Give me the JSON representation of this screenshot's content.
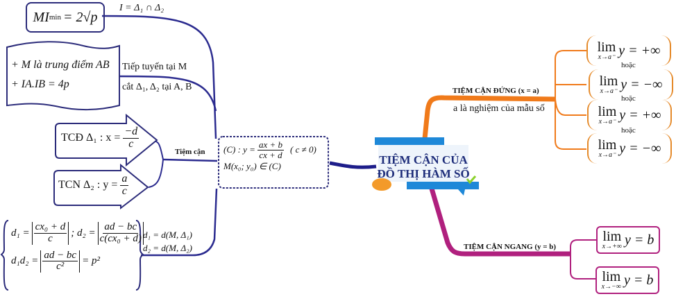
{
  "center": {
    "title_line1": "TIỆM CẬN CỦA",
    "title_line2": "ĐỒ THỊ HÀM SỐ"
  },
  "left": {
    "function_def": {
      "prefix": "(C) : y =",
      "num": "ax + b",
      "den": "cx + d",
      "condition": "( c ≠ 0)",
      "point": "M(x₀; y₀) ∈ (C)"
    },
    "mi_min": {
      "text": "MI",
      "sub": "min",
      "rhs": "= 2√p"
    },
    "intersection_label": "I = Δ₁ ∩ Δ₂",
    "tangent_box": {
      "line1": "+ M  là trung điểm  AB",
      "line2": "+ IA.IB = 4p"
    },
    "tangent_label_1": "Tiếp tuyến tại M",
    "tangent_label_2": "cắt Δ₁, Δ₂ tại A, B",
    "asymptote_label": "Tiệm cận",
    "tcd": {
      "prefix": "TCĐ Δ₁ : x =",
      "num": "−d",
      "den": "c"
    },
    "tcn": {
      "prefix": "TCN Δ₂ : y =",
      "num": "a",
      "den": "c"
    },
    "distance_box": {
      "d1_prefix": "d₁ =",
      "d1_num": "cx₀ + d",
      "d1_den": "c",
      "d2_prefix": "; d₂ =",
      "d2_num": "ad − bc",
      "d2_den": "c(cx₀ + d)",
      "prod_prefix": "d₁d₂ =",
      "prod_num": "ad − bc",
      "prod_den": "c²",
      "prod_rhs": "= p²"
    },
    "distance_label_1": "d₁ = d(M, Δ₁)",
    "distance_label_2": "d₂ = d(M, Δ₂)"
  },
  "vertical": {
    "title": "TIỆM CẬN ĐỨNG (x = a)",
    "note": "a là nghiệm của mẫu số",
    "or": "hoặc",
    "limits": [
      {
        "sub": "x→a⁻",
        "rhs": "y = +∞"
      },
      {
        "sub": "x→a⁻",
        "rhs": "y = −∞"
      },
      {
        "sub": "x→a⁻",
        "rhs": "y = +∞"
      },
      {
        "sub": "x→a⁻",
        "rhs": "y = −∞"
      }
    ]
  },
  "horizontal": {
    "title": "TIỆM CẬN NGANG (y = b)",
    "limits": [
      {
        "sub": "x→+∞",
        "rhs": "y = b"
      },
      {
        "sub": "x→−∞",
        "rhs": "y = b"
      }
    ]
  },
  "lim_word": "lim",
  "colors": {
    "navy": "#2b2b8f",
    "orange": "#f07a1a",
    "magenta": "#b0207e",
    "center_blue": "#1e88d8",
    "title": "#1e2d7a"
  }
}
